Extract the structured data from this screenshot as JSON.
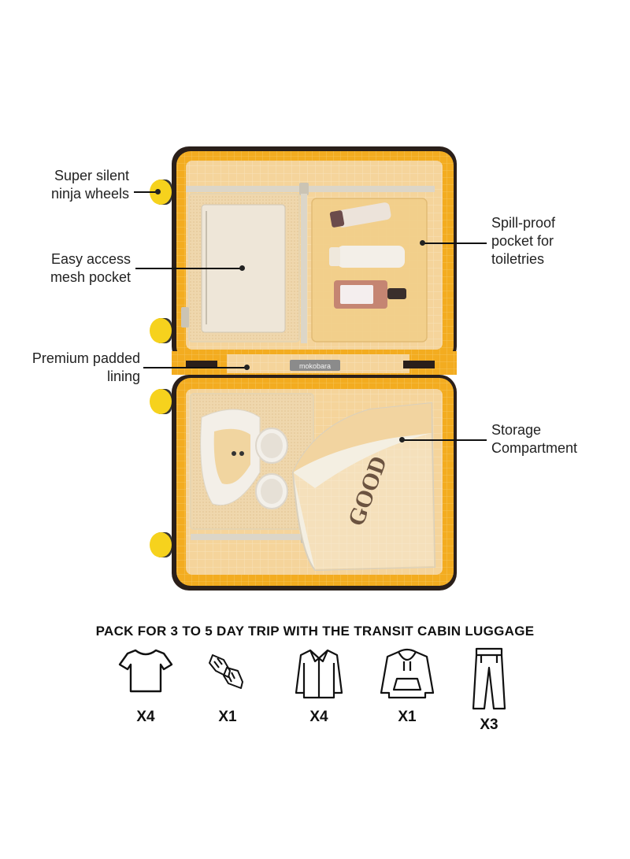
{
  "callouts": {
    "wheels": "Super silent ninja wheels",
    "mesh_pocket": "Easy access mesh pocket",
    "lining": "Premium padded lining",
    "spill_proof": "Spill-proof pocket for toiletries",
    "storage": "Storage Compartment"
  },
  "brand_label": "mokobara",
  "pack_title": "PACK FOR 3 TO 5 DAY TRIP WITH THE TRANSIT CABIN LUGGAGE",
  "pack_items": [
    {
      "icon": "tshirt-icon",
      "count": "X4"
    },
    {
      "icon": "sneakers-icon",
      "count": "X1"
    },
    {
      "icon": "shirt-icon",
      "count": "X4"
    },
    {
      "icon": "hoodie-icon",
      "count": "X1"
    },
    {
      "icon": "trousers-icon",
      "count": "X3"
    }
  ],
  "colors": {
    "shell_orange": "#f2a81d",
    "shell_yellow": "#f7c526",
    "lining": "#f5d9a3",
    "shell_dark": "#2a1f1a"
  }
}
